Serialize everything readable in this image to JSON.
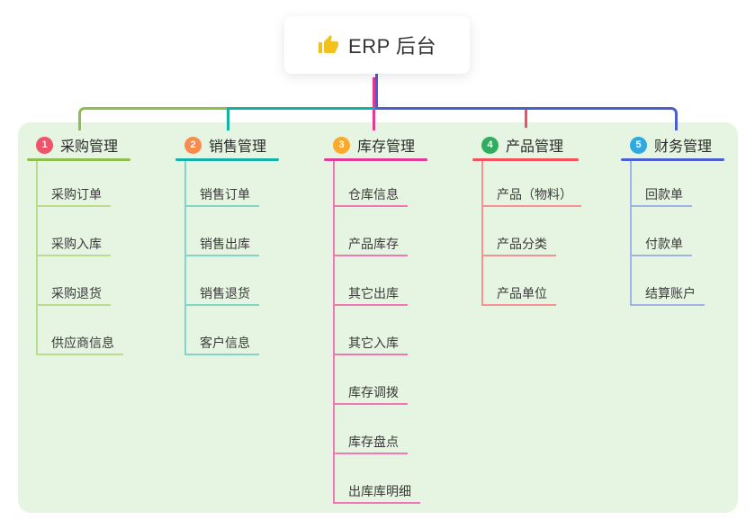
{
  "root": {
    "label": "ERP 后台",
    "icon": "thumbs-up",
    "icon_color": "#f2c11d"
  },
  "colors": {
    "panel_bg": "#e6f5e1",
    "card_bg": "#ffffff",
    "root_text": "#333333"
  },
  "branches": [
    {
      "index": "1",
      "label": "采购管理",
      "badge_color": "#ef5368",
      "line_color": "#8cbf4f",
      "child_line_color": "#b9dc8e",
      "children": [
        "采购订单",
        "采购入库",
        "采购退货",
        "供应商信息"
      ]
    },
    {
      "index": "2",
      "label": "销售管理",
      "badge_color": "#f98b4d",
      "line_color": "#12b3a6",
      "child_line_color": "#83d5ca",
      "children": [
        "销售订单",
        "销售出库",
        "销售退货",
        "客户信息"
      ]
    },
    {
      "index": "3",
      "label": "库存管理",
      "badge_color": "#fbaa2c",
      "line_color": "#e23a97",
      "child_line_color": "#f277b6",
      "children": [
        "仓库信息",
        "产品库存",
        "其它出库",
        "其它入库",
        "库存调拨",
        "库存盘点",
        "出库库明细"
      ]
    },
    {
      "index": "4",
      "label": "产品管理",
      "badge_color": "#2fae60",
      "line_color": "#f4515c",
      "child_line_color": "#f69292",
      "children": [
        "产品（物料）",
        "产品分类",
        "产品单位"
      ]
    },
    {
      "index": "5",
      "label": "财务管理",
      "badge_color": "#2eaae1",
      "line_color": "#4a5fd0",
      "child_line_color": "#9db4e6",
      "children": [
        "回款单",
        "付款单",
        "结算账户"
      ]
    }
  ]
}
